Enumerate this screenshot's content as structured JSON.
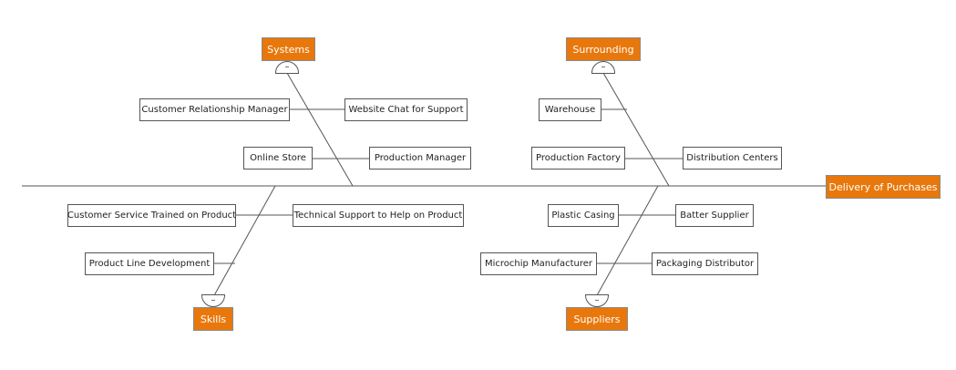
{
  "effect": "Delivery of Purchases",
  "categories": {
    "systems": "Systems",
    "surrounding": "Surrounding",
    "skills": "Skills",
    "suppliers": "Suppliers"
  },
  "causes": {
    "customer_relationship_manager": "Customer Relationship Manager",
    "website_chat": "Website Chat for Support",
    "online_store": "Online Store",
    "production_manager": "Production Manager",
    "warehouse": "Warehouse",
    "production_factory": "Production Factory",
    "distribution_centers": "Distribution Centers",
    "customer_service_trained": "Customer Service Trained on Product",
    "technical_support": "Technical Support to Help on Product",
    "product_line_development": "Product Line Development",
    "plastic_casing": "Plastic Casing",
    "batter_supplier": "Batter Supplier",
    "microchip_manufacturer": "Microchip Manufacturer",
    "packaging_distributor": "Packaging Distributor"
  },
  "collapse_symbol": "–",
  "colors": {
    "category_fill": "#e8780c",
    "node_border": "#555555",
    "line": "#555555"
  }
}
